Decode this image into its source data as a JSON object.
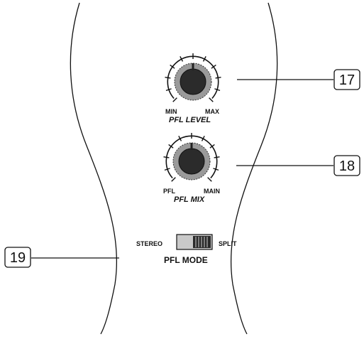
{
  "controls": {
    "pfl_level": {
      "callout": "17",
      "title": "PFL LEVEL",
      "left_label": "MIN",
      "right_label": "MAX"
    },
    "pfl_mix": {
      "callout": "18",
      "title": "PFL MIX",
      "left_label": "PFL",
      "right_label": "MAIN"
    },
    "pfl_mode": {
      "callout": "19",
      "title": "PFL MODE",
      "left_label": "STEREO",
      "right_label": "SPLIT",
      "position": "SPLIT"
    }
  },
  "icons": {
    "knob": "rotary-knob-icon",
    "switch": "slide-switch-icon"
  }
}
